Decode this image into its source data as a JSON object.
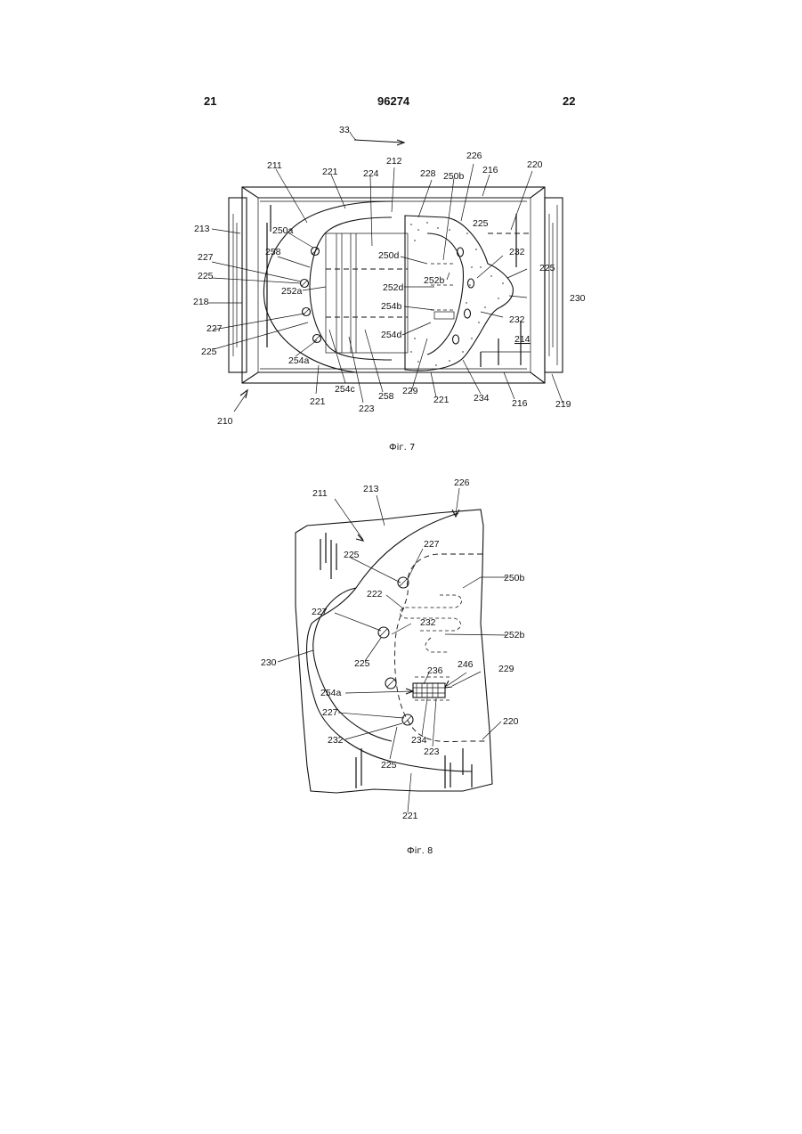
{
  "header": {
    "left": "21",
    "center": "96274",
    "right": "22"
  },
  "figures": [
    {
      "caption": "Фіг. 7",
      "labels": [
        "33",
        "211",
        "221",
        "224",
        "212",
        "228",
        "250b",
        "226",
        "216",
        "220",
        "213",
        "250a",
        "258",
        "227",
        "225",
        "218",
        "252a",
        "250d",
        "252b",
        "232",
        "230",
        "252d",
        "254b",
        "254d",
        "214",
        "254a",
        "254c",
        "223",
        "229",
        "234",
        "219",
        "210"
      ]
    },
    {
      "caption": "Фіг. 8",
      "labels": [
        "211",
        "213",
        "226",
        "227",
        "225",
        "250b",
        "222",
        "232",
        "252b",
        "230",
        "236",
        "246",
        "229",
        "254a",
        "220",
        "234",
        "223",
        "221"
      ]
    }
  ]
}
